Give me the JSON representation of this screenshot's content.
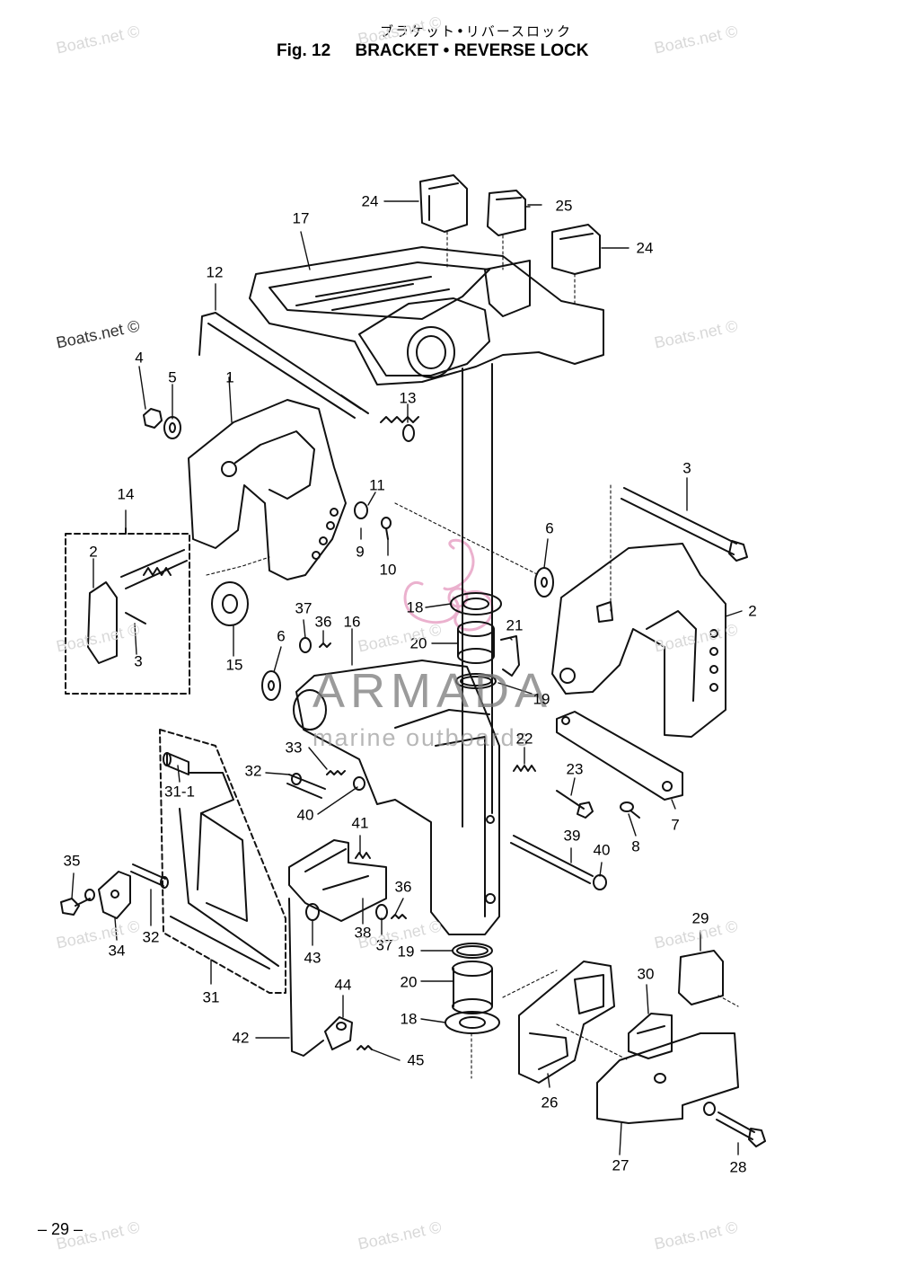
{
  "header": {
    "title_jp": "ブラケット•リバースロック",
    "fig_label": "Fig. 12",
    "title_en": "BRACKET • REVERSE LOCK"
  },
  "footer": {
    "page_number": "– 29 –"
  },
  "watermark": {
    "text": "Boats.net ©"
  },
  "brand": {
    "name": "ARMADA",
    "tagline": "marine outboards",
    "logo_color": "#e9a9c9"
  },
  "callouts": [
    "24",
    "25",
    "24",
    "17",
    "12",
    "13",
    "4",
    "5",
    "1",
    "11",
    "9",
    "10",
    "14",
    "2",
    "3",
    "15",
    "3",
    "6",
    "2",
    "18",
    "21",
    "20",
    "19",
    "6",
    "37",
    "36",
    "16",
    "33",
    "32",
    "31-1",
    "40",
    "22",
    "23",
    "7",
    "8",
    "41",
    "39",
    "40",
    "35",
    "34",
    "32",
    "36",
    "37",
    "38",
    "43",
    "19",
    "20",
    "18",
    "44",
    "42",
    "45",
    "31",
    "29",
    "30",
    "26",
    "27",
    "28"
  ]
}
